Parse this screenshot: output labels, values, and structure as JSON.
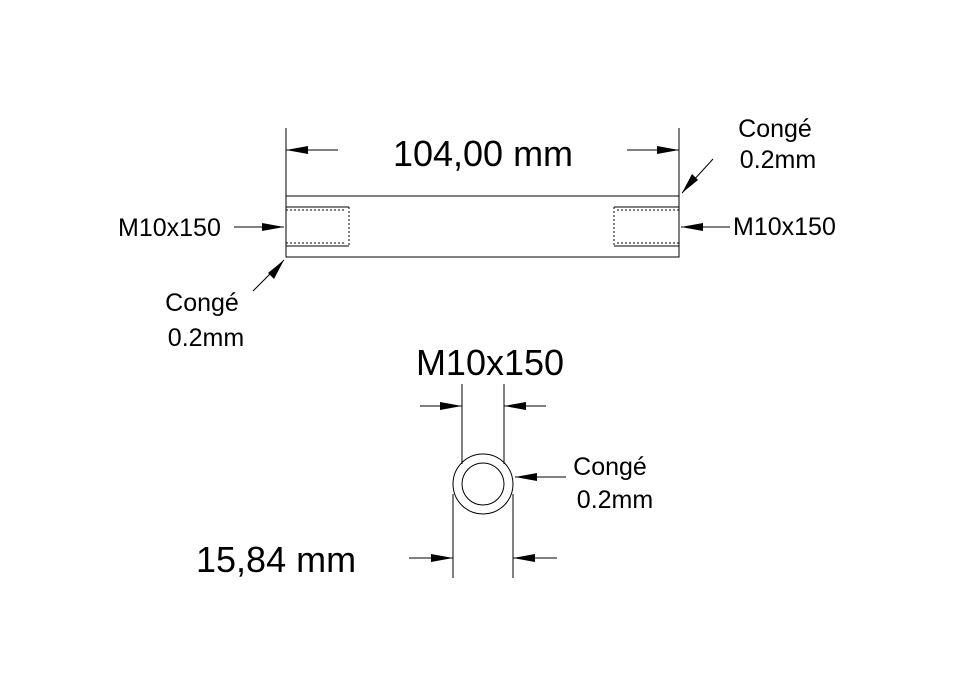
{
  "drawing": {
    "top_view": {
      "length_dimension": "104,00 mm",
      "fillet_top_right": {
        "line1": "Congé",
        "line2": "0.2mm"
      },
      "fillet_bottom_left": {
        "line1": "Congé",
        "line2": "0.2mm"
      },
      "thread_left": "M10x150",
      "thread_right": "M10x150"
    },
    "end_view": {
      "thread_dimension": "M10x150",
      "fillet": {
        "line1": "Congé",
        "line2": "0.2mm"
      },
      "diameter_dimension": "15,84 mm"
    }
  }
}
